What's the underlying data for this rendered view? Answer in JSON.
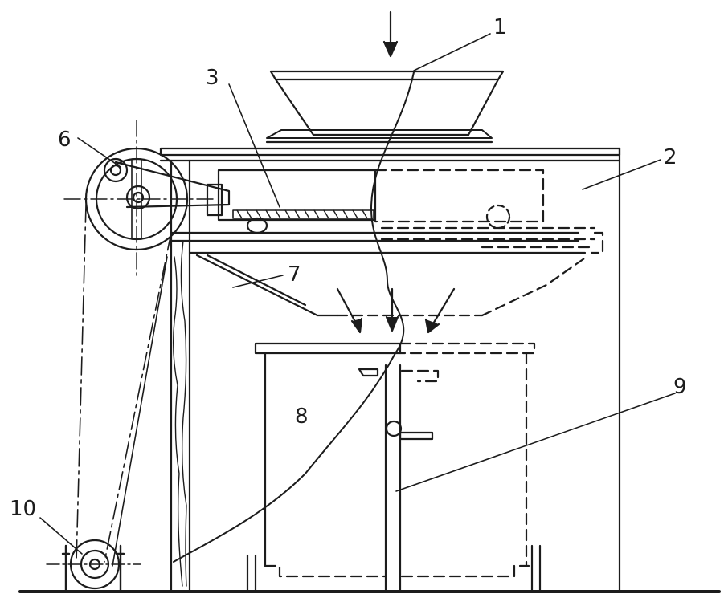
{
  "figure": {
    "kind": "technical-drawing",
    "line_color": "#1c1c1c",
    "background": "#ffffff",
    "callouts": [
      {
        "id": "c1",
        "label": "1"
      },
      {
        "id": "c2",
        "label": "2"
      },
      {
        "id": "c3",
        "label": "3"
      },
      {
        "id": "c6",
        "label": "6"
      },
      {
        "id": "c7",
        "label": "7"
      },
      {
        "id": "c8",
        "label": "8"
      },
      {
        "id": "c9",
        "label": "9"
      },
      {
        "id": "c10",
        "label": "10"
      }
    ]
  }
}
